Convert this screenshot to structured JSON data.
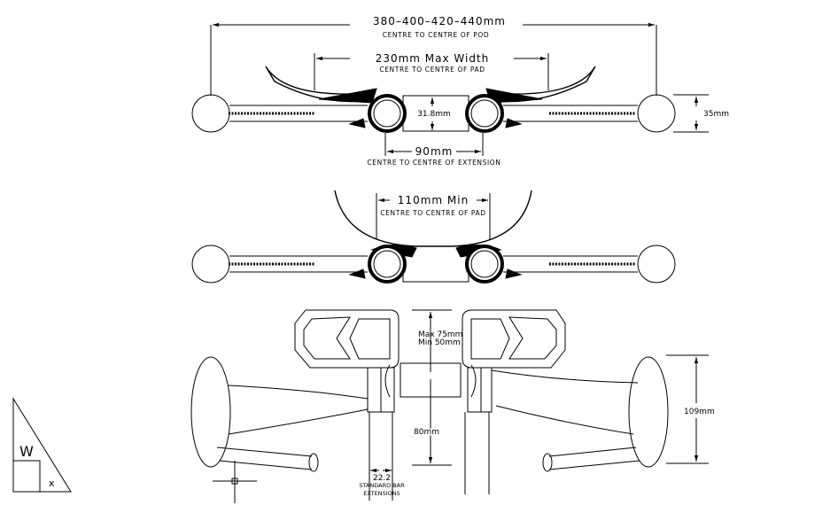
{
  "top_view": {
    "pod_width": "380–400–420–440mm",
    "pod_caption": "CENTRE TO CENTRE OF POD",
    "pad_width": "230mm  Max  Width",
    "pad_caption": "CENTRE TO CENTRE OF PAD",
    "clamp_diameter": "31.8mm",
    "extension_spacing": "90mm",
    "extension_caption": "CENTRE TO CENTRE OF EXTENSION",
    "pod_height": "35mm"
  },
  "middle_view": {
    "pad_min": "110mm  Min",
    "pad_caption": "CENTRE TO CENTRE OF PAD"
  },
  "front_view": {
    "max_height": "Max  75mm",
    "min_height": "Min  50mm",
    "drop": "80mm",
    "extension_diameter": "22.2",
    "extension_caption_1": "STANDARD BAR",
    "extension_caption_2": "EXTENSIONS",
    "grip_height": "109mm"
  },
  "ucs_icon": {
    "w": "W",
    "x": "x"
  }
}
